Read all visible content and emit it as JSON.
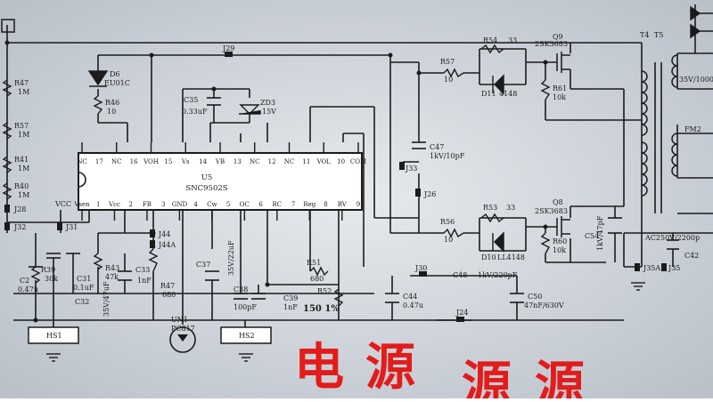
{
  "colors": {
    "background": "#d8dde3",
    "ink": "#1b1b1b",
    "watermark": "#e31b1b"
  },
  "ic": {
    "ref": "U5",
    "part": "SNC9502S",
    "top_pins": [
      "NC",
      "17",
      "NC",
      "16",
      "VOH",
      "15",
      "Vs",
      "14",
      "VB",
      "13",
      "NC",
      "12",
      "NC",
      "11",
      "VOL",
      "10",
      "COM"
    ],
    "bottom_pins": [
      "Vsen",
      "1",
      "Vcc",
      "2",
      "FB",
      "3",
      "GND",
      "4",
      "Cw",
      "5",
      "OC",
      "6",
      "RC",
      "7",
      "Reg",
      "8",
      "RV",
      "9"
    ]
  },
  "labels": {
    "r47": "R47",
    "r47v": "1M",
    "r57": "R57",
    "r57v": "1M",
    "r41": "R41",
    "r41v": "1M",
    "r40": "R40",
    "r40v": "1M",
    "j28": "J28",
    "j32": "J32",
    "j29": "J29",
    "d6": "D6",
    "d6v": "EU01C",
    "r46": "R46",
    "r46v": "10",
    "c35": "C35",
    "c35v": "0.33uF",
    "zd3": "ZD3",
    "zd3v": "15V",
    "r57b": "R57",
    "r57bv": "10",
    "r54": "R54",
    "r54v": "33",
    "d11": "D11",
    "d11v": "4148",
    "q9": "Q9",
    "q9v": "2SK3683",
    "r61": "R61",
    "r61v": "10k",
    "c47": "C47",
    "c47v": "1kV/10pF",
    "j33": "J33",
    "j26": "J26",
    "r53": "R53",
    "r53v": "33",
    "q8": "Q8",
    "q8v": "2SK3683",
    "r56": "R56",
    "r56v": "10",
    "d10": "D10",
    "d10v": "LL4148",
    "r60": "R60",
    "r60v": "10k",
    "c54": "C54",
    "c54v": "1kV/47pF",
    "t4": "T4",
    "t5": "T5",
    "v35": "35V/1000",
    "fm": "FM2",
    "ac": "AC250V/2200p",
    "c42": "C42",
    "j35a": "J35A",
    "j35": "J35",
    "vcc": "VCC",
    "j31": "J31",
    "j44": "J44",
    "j44a": "J44A",
    "c2": "C2",
    "c2v": "0.47u",
    "r39": "R39",
    "r39v": "30k",
    "c31": "C31",
    "c31v": "0.1uF",
    "r43": "R43",
    "r43v": "47k",
    "c32": "C32",
    "c32v": "35V/47uF",
    "c33": "C33",
    "c33v": "1nF",
    "r47b": "R47",
    "r47bv": "680",
    "c37": "C37",
    "c37v": "35V/22uF",
    "r51": "R51",
    "r51v": "680",
    "c38": "C38",
    "c38v": "100pF",
    "c39": "C39",
    "c39v": "1nF",
    "r52": "R52",
    "r52v": "150 1%",
    "j30": "J30",
    "c48": "C48",
    "c48v": "1kV/220pF",
    "c44": "C44",
    "c44v": "0.47u",
    "c50": "C50",
    "c50v": "47nF/630V",
    "j24": "J24",
    "hs1": "HS1",
    "hs2": "HS2",
    "un": "UN1",
    "pc": "PC817"
  },
  "watermark": {
    "c1": "电",
    "c2": "源",
    "c3": "源",
    "c4": "源"
  }
}
